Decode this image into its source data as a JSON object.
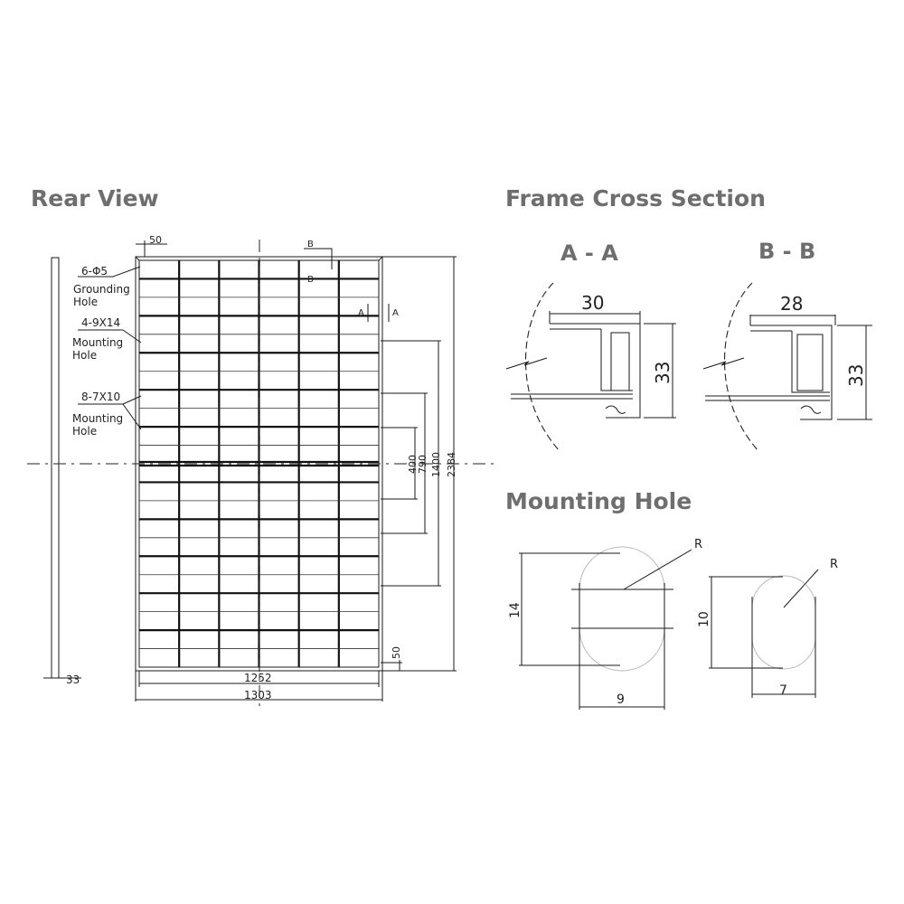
{
  "headings": {
    "rear_view": "Rear View",
    "frame_cross_section": "Frame Cross Section",
    "mounting_hole": "Mounting Hole"
  },
  "rear_view": {
    "top_offset": "50",
    "section_marker_b_top": "B",
    "section_marker_b_bottom": "B",
    "section_marker_a_left": "A",
    "section_marker_a_right": "A",
    "grounding_hole_spec": "6-Φ5",
    "grounding_hole_label_1": "Grounding",
    "grounding_hole_label_2": "Hole",
    "mounting_hole_a_spec": "4-9X14",
    "mounting_hole_a_label_1": "Mounting",
    "mounting_hole_a_label_2": "Hole",
    "mounting_hole_b_spec": "8-7X10",
    "mounting_hole_b_label_1": "Mounting",
    "mounting_hole_b_label_2": "Hole",
    "dim_400": "400",
    "dim_790": "790",
    "dim_1400": "1400",
    "dim_2384": "2384",
    "dim_bottom_50": "50",
    "dim_frame_depth": "33",
    "dim_inner_width": "1252",
    "dim_outer_width": "1303"
  },
  "cross_section": {
    "aa_title": "A - A",
    "aa_width": "30",
    "aa_height": "33",
    "bb_title": "B - B",
    "bb_width": "28",
    "bb_height": "33"
  },
  "mounting_hole_detail": {
    "slot1_radius": "R",
    "slot1_height": "14",
    "slot1_width": "9",
    "slot2_radius": "R",
    "slot2_height": "10",
    "slot2_width": "7"
  }
}
